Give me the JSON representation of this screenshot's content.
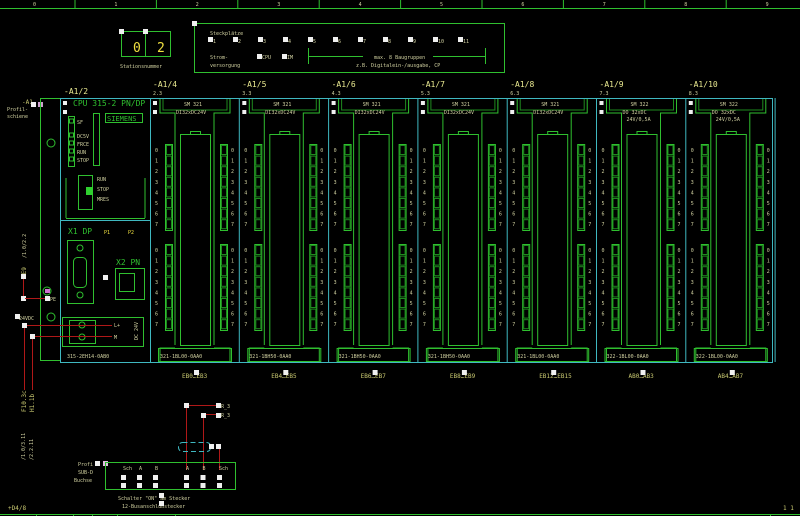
{
  "ruler": {
    "columns": [
      "0",
      "1",
      "2",
      "3",
      "4",
      "5",
      "6",
      "7",
      "8",
      "9"
    ]
  },
  "station": {
    "digits": [
      "0",
      "2"
    ],
    "label": "Stationsnummer"
  },
  "legend": {
    "slots_title": "Steckplätze",
    "slots": [
      "1",
      "2",
      "3",
      "4",
      "5",
      "6",
      "7",
      "8",
      "9",
      "10",
      "11"
    ],
    "power_label_1": "Strom-",
    "power_label_2": "versorgung",
    "cpu_label": "CPU",
    "im_label": "IM",
    "max_label": "max. 8 Baugruppen",
    "example_label": "z.B. Digitalein-/ausgabe, CP"
  },
  "rail": {
    "tag": "-A1",
    "label_1": "Profil-",
    "label_2": "schiene"
  },
  "cpu": {
    "tag": "-A1/2",
    "title": "CPU 315-2 PN/DP",
    "brand": "SIEMENS",
    "leds": [
      "SF",
      "DC5V",
      "FRCE",
      "RUN",
      "STOP"
    ],
    "switch": [
      "RUN",
      "STOP",
      "MRES"
    ],
    "x1": "X1 DP",
    "x2": "X2 PN",
    "p1": "P1",
    "p2": "P2",
    "lplus": "L+",
    "m": "M",
    "dc": "DC 24V",
    "order": "315-2EH14-0AB0"
  },
  "modules": [
    {
      "tag": "-A1/4",
      "pos": "2.3",
      "type": "SM 321",
      "desc1": "DI32xDC24V",
      "desc2": "",
      "order": "321-1BL00-0AA0",
      "addr": "EB0…EB3"
    },
    {
      "tag": "-A1/5",
      "pos": "3.3",
      "type": "SM 321",
      "desc1": "DI32xDC24V",
      "desc2": "",
      "order": "321-1BH50-0AA0",
      "addr": "EB4…EB5"
    },
    {
      "tag": "-A1/6",
      "pos": "4.3",
      "type": "SM 321",
      "desc1": "DI32xDC24V",
      "desc2": "",
      "order": "321-1BH50-0AA0",
      "addr": "EB6…EB7"
    },
    {
      "tag": "-A1/7",
      "pos": "5.3",
      "type": "SM 321",
      "desc1": "DI32xDC24V",
      "desc2": "",
      "order": "321-1BH50-0AA0",
      "addr": "EB8…EB9"
    },
    {
      "tag": "-A1/8",
      "pos": "6.3",
      "type": "SM 321",
      "desc1": "DI32xDC24V",
      "desc2": "",
      "order": "321-1BL00-0AA0",
      "addr": "EB12…EB15"
    },
    {
      "tag": "-A1/9",
      "pos": "7.3",
      "type": "SM 322",
      "desc1": "DO 32xDC",
      "desc2": "24V/0,5A",
      "order": "322-1BL00-0AA0",
      "addr": "AB0…AB3"
    },
    {
      "tag": "-A1/10",
      "pos": "8.3",
      "type": "SM 322",
      "desc1": "DO 32xDC",
      "desc2": "24V/0,5A",
      "order": "322-1BL00-0AA0",
      "addr": "AB4…AB7"
    }
  ],
  "channels": [
    "0",
    "1",
    "2",
    "3",
    "4",
    "5",
    "6",
    "7"
  ],
  "wiring": {
    "pe": "PE9",
    "pe_ref": "/1.0/2.2",
    "pe_term": "PE",
    "v24": "24VDC",
    "f10": "F10.3c",
    "f10_ref": "/1.0/3.11",
    "h1": "H1.1b",
    "h1_ref": "/2.2.11",
    "r3": "R_3",
    "r3b": "R_3"
  },
  "connector": {
    "label_1": "Profi",
    "label_2": "SUB-D",
    "label_3": "Buchse",
    "pins_left": [
      "Sch",
      "A",
      "B"
    ],
    "pins_right": [
      "A",
      "B",
      "Sch"
    ],
    "note_1": "Schalter \"ON\" am Stecker",
    "note_2": "12-Busanschlußstecker"
  },
  "footer": {
    "left": "+D4/8",
    "right": "1 1"
  }
}
